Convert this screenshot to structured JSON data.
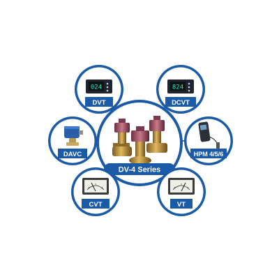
{
  "center": {
    "label": "DV-4 Series"
  },
  "nodes": [
    {
      "id": "dvt",
      "label": "DVT",
      "icon": "digital-meter-icon"
    },
    {
      "id": "dcvt",
      "label": "DCVT",
      "icon": "digital-meter-icon"
    },
    {
      "id": "davc",
      "label": "DAVC",
      "icon": "valve-controller-icon"
    },
    {
      "id": "hpm",
      "label": "HPM 4/5/6",
      "icon": "handheld-meter-icon"
    },
    {
      "id": "cvt",
      "label": "CVT",
      "icon": "analog-meter-icon"
    },
    {
      "id": "vt",
      "label": "VT",
      "icon": "analog-meter-icon"
    }
  ],
  "meters": {
    "dvt_reading": "024",
    "dcvt_reading": "824"
  },
  "colors": {
    "ring": "#1b5aa6",
    "label_bg": "#1b5aa6",
    "connector": "#1b5aa6"
  }
}
